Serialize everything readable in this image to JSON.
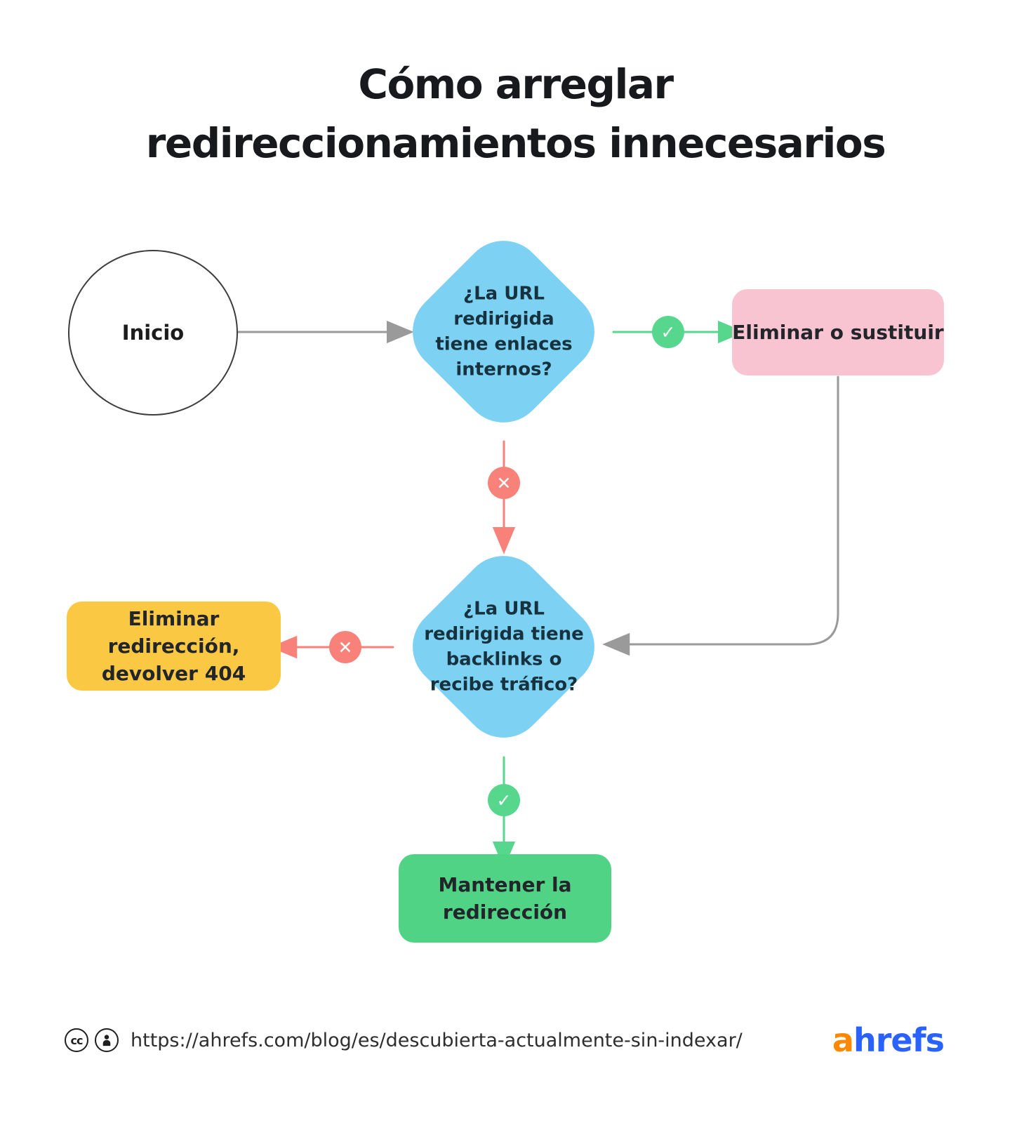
{
  "title": {
    "line1": "Cómo arreglar",
    "line2": "redireccionamientos innecesarios"
  },
  "flow": {
    "start": "Inicio",
    "decision1": "¿La URL redirigida tiene enlaces internos?",
    "decision2": "¿La URL redirigida tiene backlinks o recibe tráfico?",
    "outcome_replace": "Eliminar o sustituir",
    "outcome_remove": "Eliminar redirección, devolver 404",
    "outcome_keep": "Mantener la redirección"
  },
  "icons": {
    "check": "✓",
    "cross": "✕",
    "cc": "cc"
  },
  "footer": {
    "url": "https://ahrefs.com/blog/es/descubierta-actualmente-sin-indexar/",
    "logo": {
      "a": "a",
      "hrefs": "hrefs"
    }
  },
  "colors": {
    "diamond_blue": "#7dd1f2",
    "pink_box": "#f9c4d2",
    "yellow_box": "#fbc843",
    "green_box": "#50d385",
    "green_accent": "#57d68d",
    "red_accent": "#f8827a",
    "gray_line": "#9a9a9a",
    "logo_orange": "#ff8800",
    "logo_blue": "#2962ff"
  }
}
